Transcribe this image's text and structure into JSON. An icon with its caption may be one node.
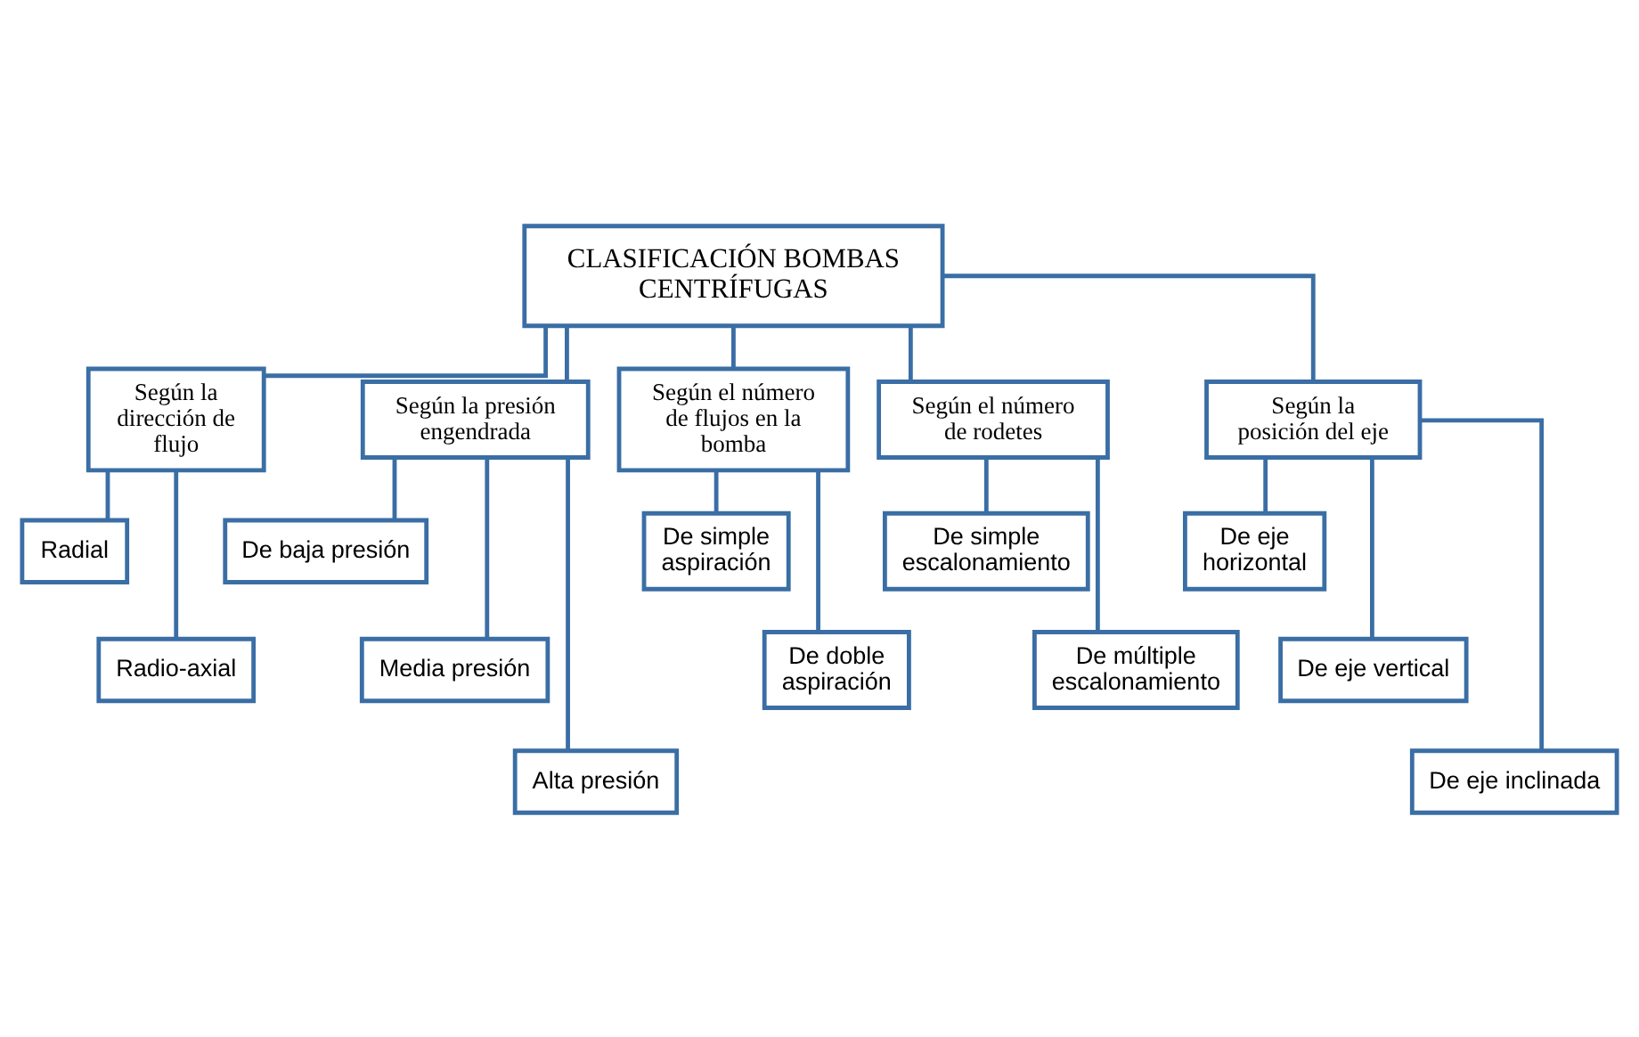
{
  "diagram": {
    "nodes": [
      {
        "text": [
          "CLASIFICACIÓN BOMBAS CENTRÍFUGAS"
        ]
      },
      {
        "text": [
          "Según la dirección de flujo"
        ]
      },
      {
        "text": [
          "Radial"
        ]
      },
      {
        "text": [
          "Radio-axial"
        ]
      },
      {
        "text": [
          "Según la presión engendrada"
        ]
      },
      {
        "text": [
          "De baja presión"
        ]
      },
      {
        "text": [
          "Media presión"
        ]
      },
      {
        "text": [
          "Alta presión"
        ]
      },
      {
        "text": [
          "Según el número de flujos en la bomba"
        ]
      },
      {
        "text": [
          "De simple aspiración"
        ]
      },
      {
        "text": [
          "De doble aspiración"
        ]
      },
      {
        "text": [
          "Según el número de rodetes"
        ]
      },
      {
        "text": [
          "De simple escalonamiento"
        ]
      },
      {
        "text": [
          "De múltiple escalonamiento"
        ]
      },
      {
        "text": [
          "Según la posición del eje"
        ]
      },
      {
        "text": [
          "De eje horizontal"
        ]
      },
      {
        "text": [
          "De eje vertical"
        ]
      },
      {
        "text": [
          "De eje inclinada"
        ]
      }
    ],
    "edges": [
      {
        "from": 0,
        "to": 1,
        "arrow": "none"
      },
      {
        "from": 0,
        "to": 4,
        "arrow": "none"
      },
      {
        "from": 0,
        "to": 8,
        "arrow": "none"
      },
      {
        "from": 0,
        "to": 11,
        "arrow": "none"
      },
      {
        "from": 0,
        "to": 14,
        "arrow": "none"
      },
      {
        "from": 1,
        "to": 2,
        "arrow": "none"
      },
      {
        "from": 1,
        "to": 3,
        "arrow": "none"
      },
      {
        "from": 4,
        "to": 5,
        "arrow": "none"
      },
      {
        "from": 4,
        "to": 6,
        "arrow": "none"
      },
      {
        "from": 4,
        "to": 7,
        "arrow": "none"
      },
      {
        "from": 8,
        "to": 9,
        "arrow": "none"
      },
      {
        "from": 8,
        "to": 10,
        "arrow": "none"
      },
      {
        "from": 11,
        "to": 12,
        "arrow": "none"
      },
      {
        "from": 11,
        "to": 13,
        "arrow": "none"
      },
      {
        "from": 14,
        "to": 15,
        "arrow": "none"
      },
      {
        "from": 14,
        "to": 16,
        "arrow": "none"
      },
      {
        "from": 14,
        "to": 17,
        "arrow": "none"
      }
    ]
  }
}
